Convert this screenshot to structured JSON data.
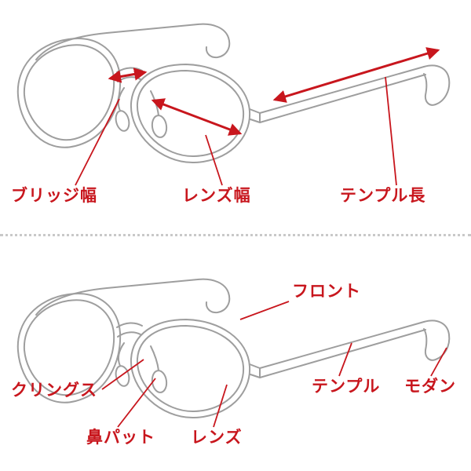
{
  "colors": {
    "label_red": "#c8161d",
    "arrow_red": "#c8161d",
    "frame_gray": "#9e9e9e",
    "background": "#ffffff"
  },
  "top_panel": {
    "labels": {
      "bridge_width": "ブリッジ幅",
      "lens_width": "レンズ幅",
      "temple_length": "テンプル長"
    }
  },
  "bottom_panel": {
    "labels": {
      "front": "フロント",
      "clings": "クリングス",
      "nose_pad": "鼻パット",
      "lens": "レンズ",
      "temple": "テンプル",
      "modan": "モダン"
    }
  }
}
